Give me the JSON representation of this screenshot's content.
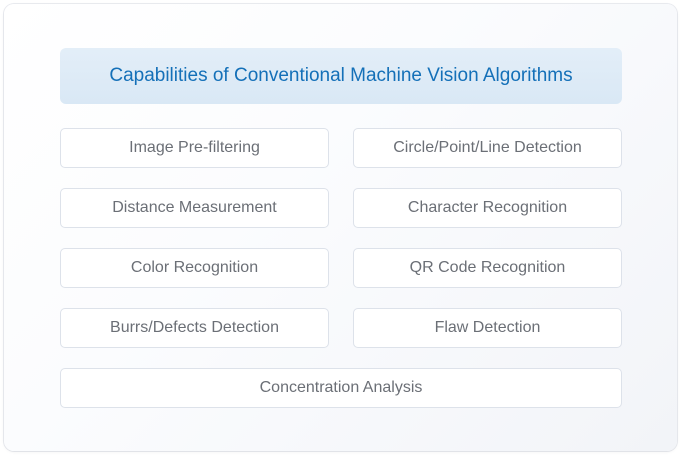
{
  "title": "Capabilities of Conventional Machine Vision Algorithms",
  "capabilities": [
    "Image Pre-filtering",
    "Circle/Point/Line Detection",
    "Distance Measurement",
    "Character Recognition",
    "Color Recognition",
    "QR Code Recognition",
    "Burrs/Defects Detection",
    "Flaw Detection",
    "Concentration Analysis"
  ],
  "colors": {
    "title_text": "#1470b8",
    "header_bg": "#dde9f6",
    "item_text": "#6b6f76",
    "item_border": "#dde2ea"
  }
}
